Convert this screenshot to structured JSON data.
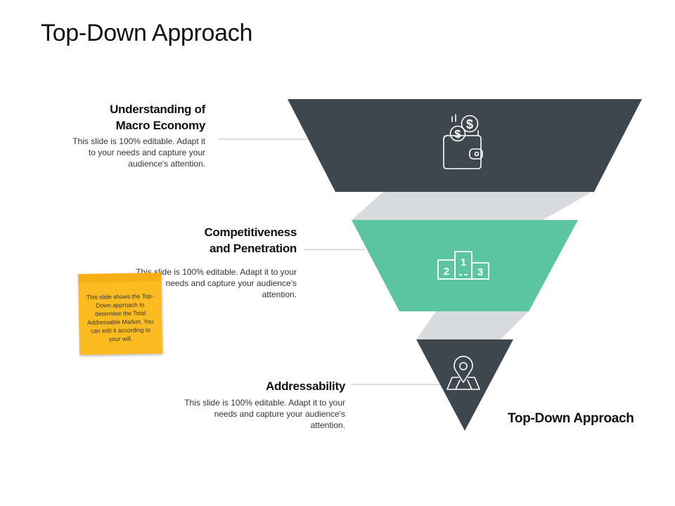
{
  "title": "Top-Down Approach",
  "steps": [
    {
      "heading_line1": "Understanding of",
      "heading_line2": "Macro Economy",
      "text": "This slide is 100% editable. Adapt it to your needs and capture your audience's attention.",
      "icon": "wallet-coins-icon"
    },
    {
      "heading_line1": "Competitiveness",
      "heading_line2": "and Penetration",
      "text": "This slide is 100% editable. Adapt it to your needs and capture your audience's attention.",
      "icon": "podium-icon"
    },
    {
      "heading_line1": "Addressability",
      "heading_line2": "",
      "text": "This slide is 100% editable. Adapt it to your needs and capture your audience's attention.",
      "icon": "map-pin-icon"
    }
  ],
  "sticky_note": {
    "text": "This slide shows the Top-Down approach to determine the Total Addressable Market. You can edit it according to your will."
  },
  "caption": "Top-Down Approach",
  "podium_labels": [
    "1",
    "2",
    "3"
  ],
  "colors": {
    "dark": "#3e474e",
    "green": "#5bc4a1",
    "connector": "#d7dbde",
    "sticky": "#fbbb21",
    "line": "#bbbbbb"
  }
}
